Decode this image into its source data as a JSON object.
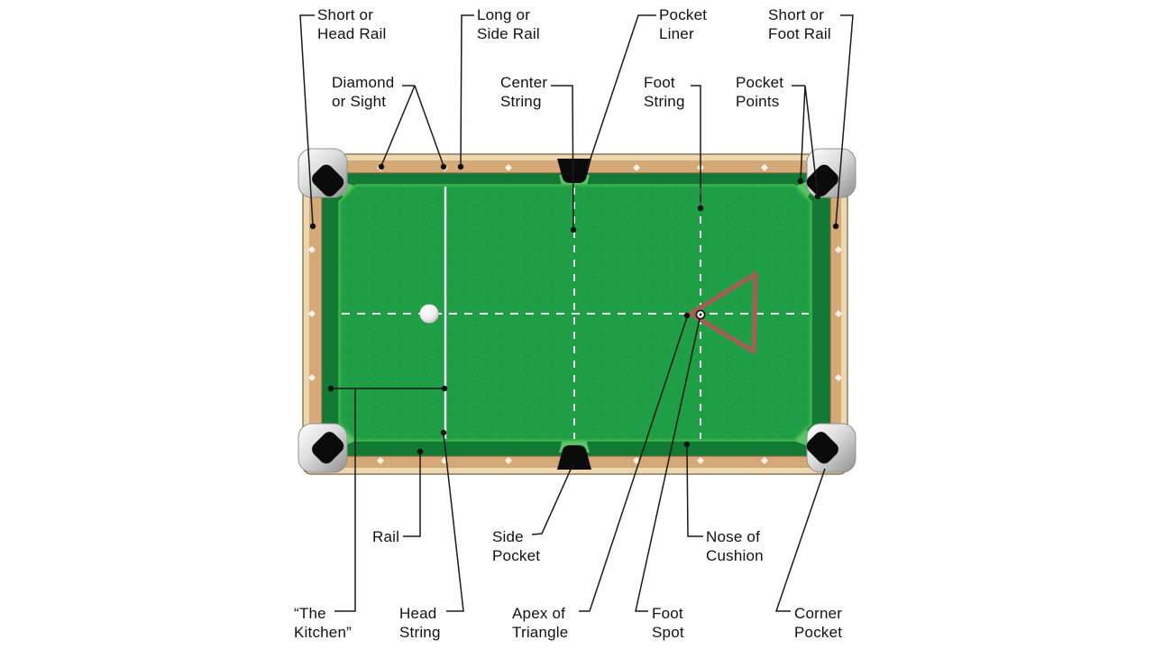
{
  "diagram": {
    "type": "labeled-diagram",
    "subject": "Pool (billiards) table parts, top view",
    "labels": {
      "short_head_rail": "Short or\nHead Rail",
      "long_side_rail": "Long or\nSide Rail",
      "pocket_liner": "Pocket\nLiner",
      "short_foot_rail": "Short or\nFoot Rail",
      "diamond_sight": "Diamond\nor Sight",
      "center_string": "Center\nString",
      "foot_string": "Foot\nString",
      "pocket_points": "Pocket\nPoints",
      "rail": "Rail",
      "side_pocket": "Side\nPocket",
      "nose_of_cushion": "Nose of\nCushion",
      "the_kitchen": "“The\nKitchen”",
      "head_string": "Head\nString",
      "apex_of_triangle": "Apex of\nTriangle",
      "foot_spot": "Foot\nSpot",
      "corner_pocket": "Corner\nPocket"
    },
    "colors": {
      "background": "#FFFFFF",
      "cloth_green": "#1F9E46",
      "cushion_green": "#127A35",
      "cushion_nose_green": "#3DB54C",
      "pocket_throat_green": "#5BC269",
      "rail_wood_tan": "#D5A977",
      "rail_edge_light": "#EBD8B0",
      "rail_outline_brown": "#7F5F38",
      "pocket_black": "#0B0B0B",
      "pocket_metal_silver": "#C9C9C9",
      "diamond_white": "#F7F2E7",
      "rack_triangle_brown": "#9C6355",
      "string_white": "#FFFFFF",
      "leader_line_black": "#1A1A1A",
      "cue_ball_white": "#FFFFFF"
    }
  }
}
